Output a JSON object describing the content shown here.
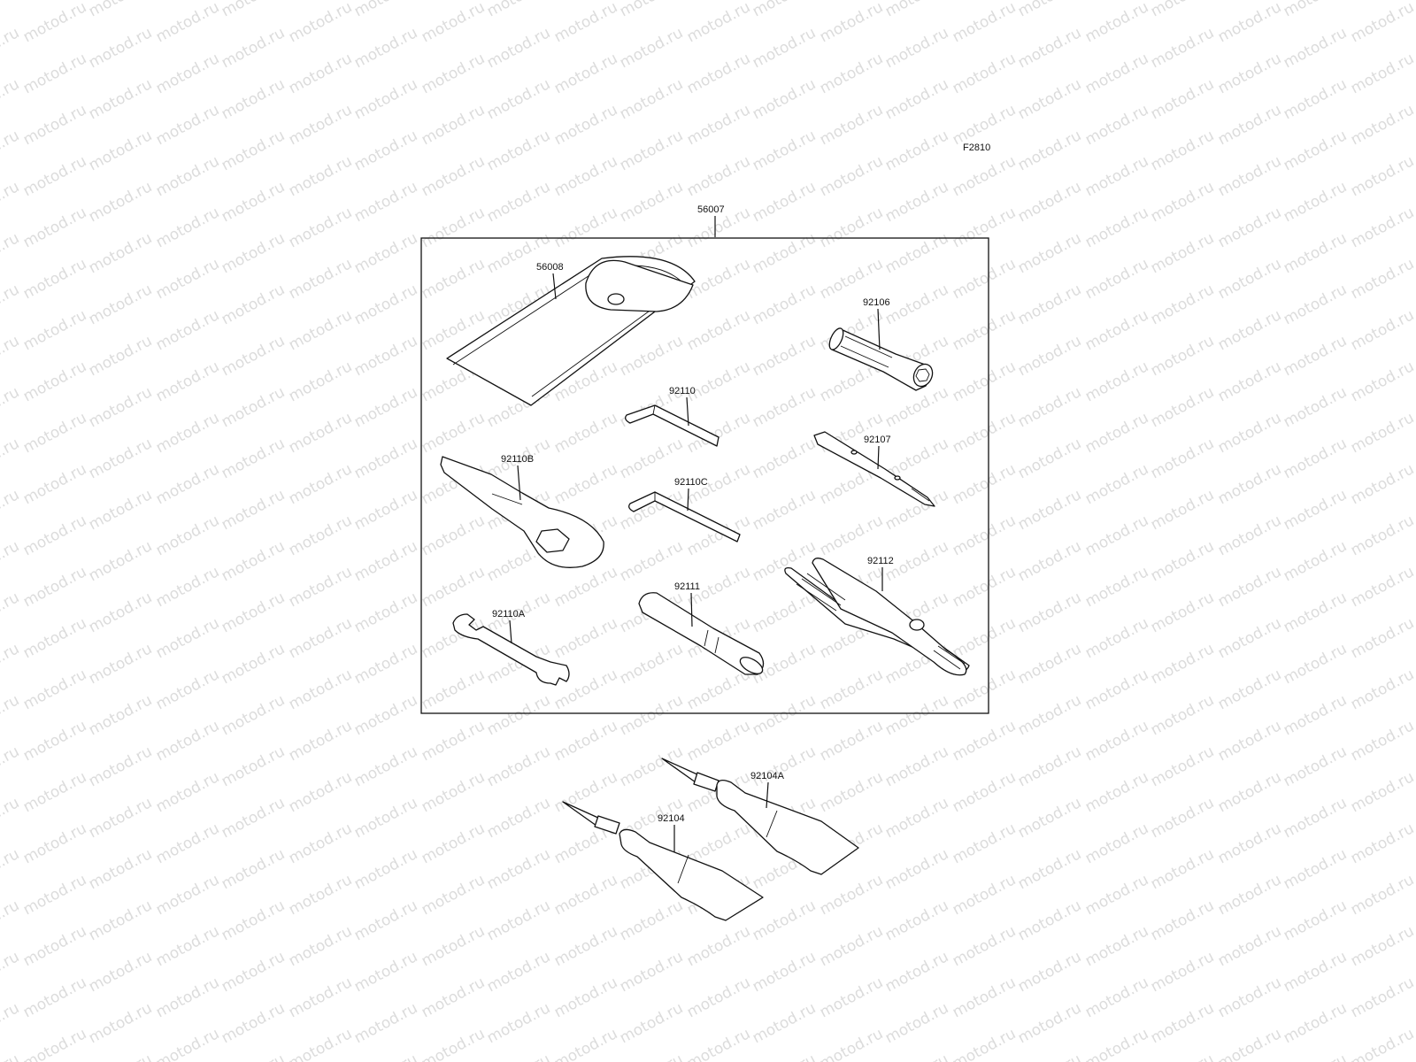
{
  "diagram": {
    "figure_code": "F2810",
    "watermark_text": "motod.ru",
    "kit_label": "56007",
    "parts": [
      {
        "id": "56008",
        "name": "tool-pouch"
      },
      {
        "id": "92106",
        "name": "socket-adapter"
      },
      {
        "id": "92110",
        "name": "hex-key"
      },
      {
        "id": "92107",
        "name": "screwdriver-bit"
      },
      {
        "id": "92110B",
        "name": "ring-spanner"
      },
      {
        "id": "92110C",
        "name": "hex-key-small"
      },
      {
        "id": "92112",
        "name": "pliers"
      },
      {
        "id": "92111",
        "name": "tube-handle"
      },
      {
        "id": "92110A",
        "name": "open-end-wrench"
      },
      {
        "id": "92104A",
        "name": "grease-tube-large"
      },
      {
        "id": "92104",
        "name": "grease-tube-small"
      }
    ]
  }
}
